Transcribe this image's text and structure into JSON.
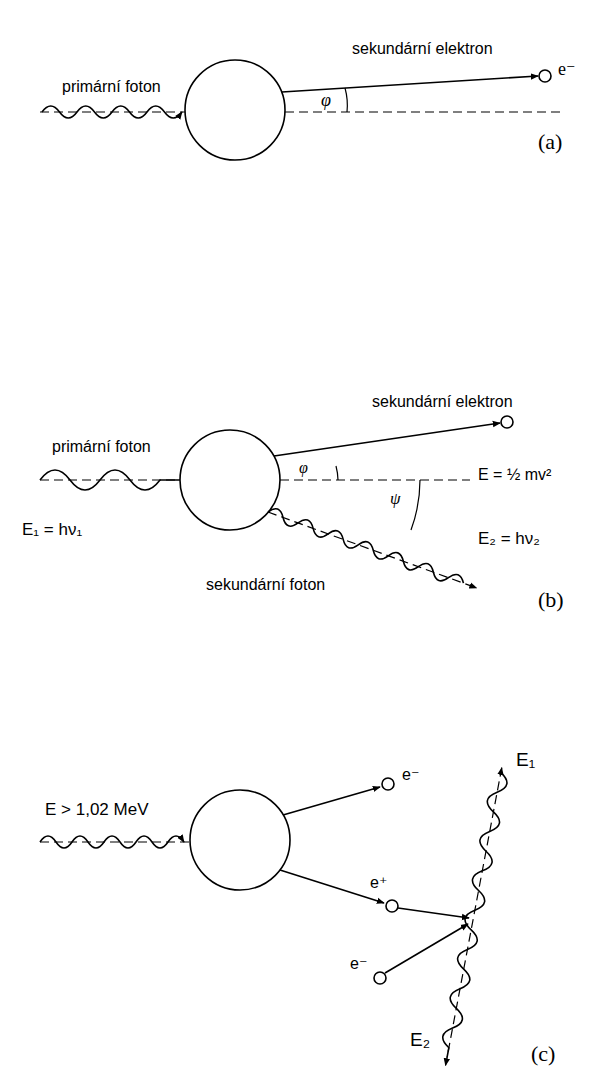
{
  "diagram": {
    "labels": [
      "primární foton",
      "sekundární elektron",
      "e⁻",
      "φ",
      "(a)",
      "primární foton",
      "E₁ = hν₁",
      "sekundární elektron",
      "φ",
      "E = ½ mv²",
      "ψ",
      "E₂ = hν₂",
      "sekundární foton",
      "(b)",
      "E > 1,02 MeV",
      "e⁻",
      "e⁺",
      "e⁻",
      "E₁",
      "E₂",
      "(c)"
    ]
  }
}
